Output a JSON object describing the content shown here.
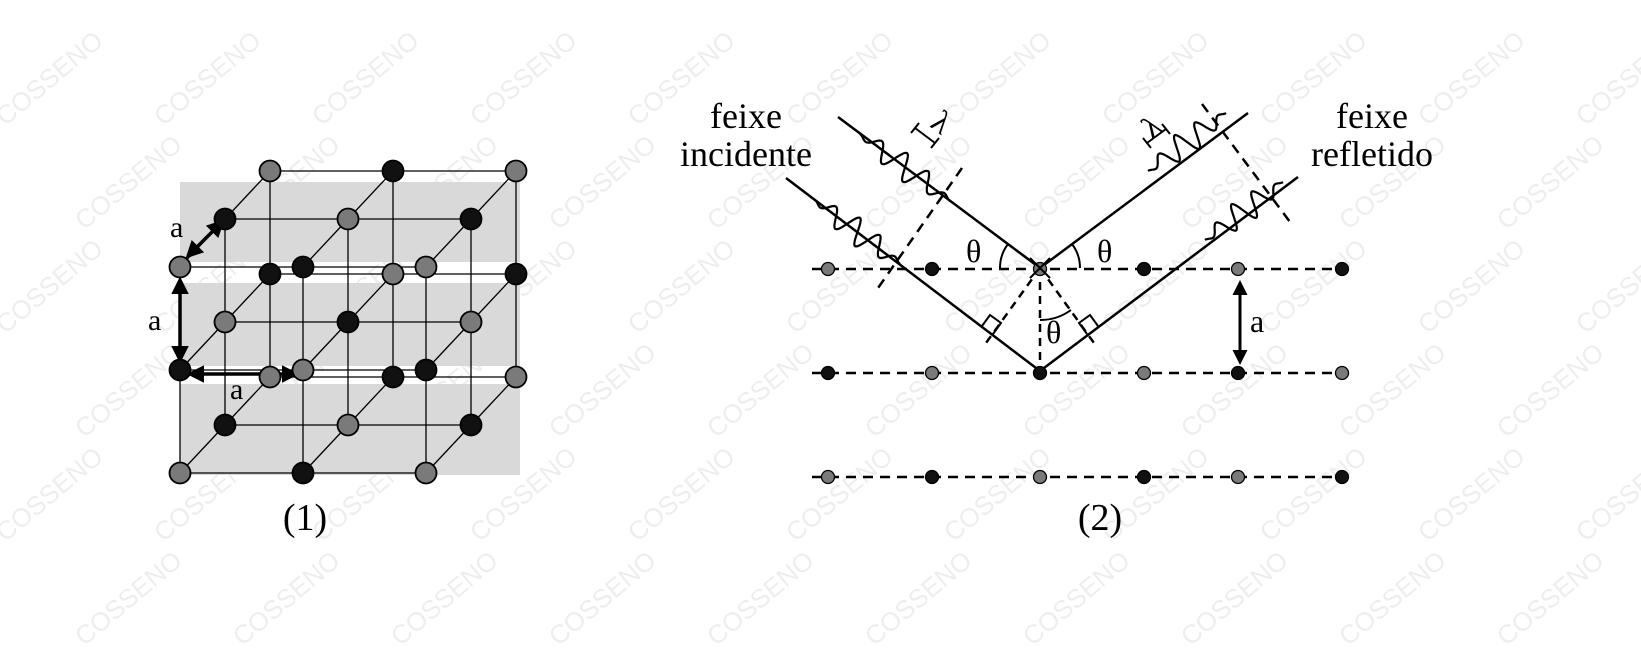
{
  "watermark": {
    "text": "COSSENO"
  },
  "figure1": {
    "caption": "(1)",
    "label_a_diagonal": "a",
    "label_a_vertical": "a",
    "label_a_horizontal": "a",
    "colors": {
      "plane": "#d9d9d9",
      "atom_black": "#111111",
      "atom_gray": "#7a7a7a"
    }
  },
  "figure2": {
    "caption": "(2)",
    "incident_line1": "feixe",
    "incident_line2": "incidente",
    "reflected_line1": "feixe",
    "reflected_line2": "refletido",
    "lambda_left": "λ",
    "lambda_right": "λ",
    "theta_left": "θ",
    "theta_right": "θ",
    "theta_bottom": "θ",
    "spacing_label": "a"
  }
}
